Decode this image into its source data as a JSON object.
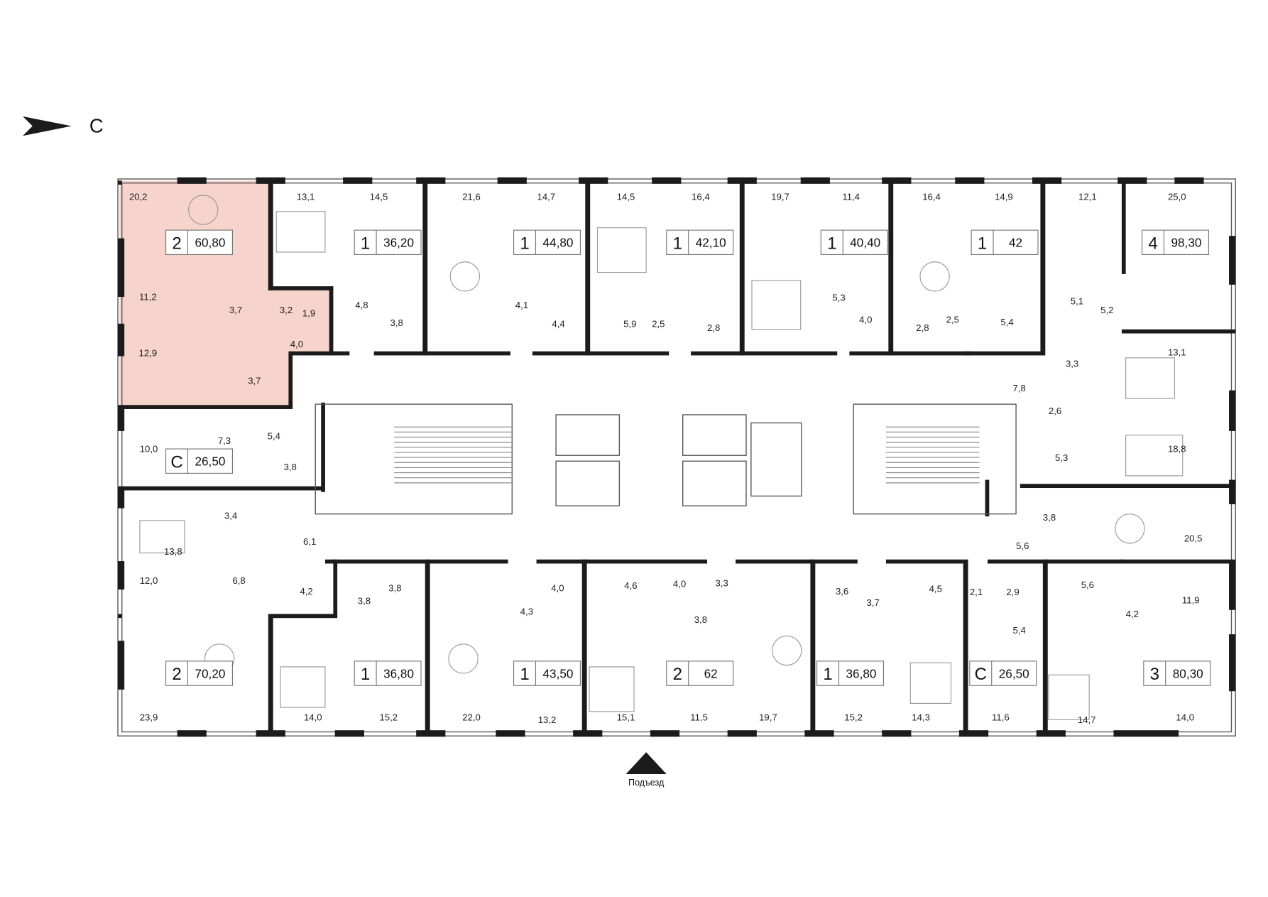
{
  "compass": {
    "label": "С"
  },
  "entrance": {
    "label": "Подъезд"
  },
  "highlight_color": "#f6d3cb",
  "apartments": [
    {
      "rooms": "2",
      "area": "60,80",
      "selected": true
    },
    {
      "rooms": "1",
      "area": "36,20"
    },
    {
      "rooms": "1",
      "area": "44,80"
    },
    {
      "rooms": "1",
      "area": "42,10"
    },
    {
      "rooms": "1",
      "area": "40,40"
    },
    {
      "rooms": "1",
      "area": "42"
    },
    {
      "rooms": "4",
      "area": "98,30"
    },
    {
      "rooms": "С",
      "area": "26,50"
    },
    {
      "rooms": "2",
      "area": "70,20"
    },
    {
      "rooms": "1",
      "area": "36,80"
    },
    {
      "rooms": "1",
      "area": "43,50"
    },
    {
      "rooms": "2",
      "area": "62"
    },
    {
      "rooms": "1",
      "area": "36,80"
    },
    {
      "rooms": "С",
      "area": "26,50"
    },
    {
      "rooms": "3",
      "area": "80,30"
    }
  ],
  "room_areas": [
    "20,2",
    "13,1",
    "14,5",
    "21,6",
    "14,7",
    "14,5",
    "16,4",
    "19,7",
    "11,4",
    "16,4",
    "14,9",
    "12,1",
    "25,0",
    "11,2",
    "3,7",
    "3,2",
    "1,9",
    "4,0",
    "12,9",
    "3,7",
    "4,8",
    "3,8",
    "4,1",
    "4,4",
    "5,9",
    "2,5",
    "2,8",
    "5,3",
    "4,0",
    "2,8",
    "2,5",
    "5,4",
    "5,1",
    "5,2",
    "3,3",
    "13,1",
    "7,8",
    "2,6",
    "18,8",
    "5,3",
    "3,8",
    "20,5",
    "5,6",
    "7,3",
    "5,4",
    "10,0",
    "3,8",
    "3,4",
    "6,1",
    "13,8",
    "6,8",
    "4,2",
    "12,0",
    "3,8",
    "3,8",
    "4,0",
    "4,3",
    "4,6",
    "4,0",
    "3,3",
    "3,8",
    "3,6",
    "3,7",
    "4,5",
    "2,1",
    "2,9",
    "5,6",
    "4,2",
    "11,9",
    "5,4",
    "23,9",
    "14,0",
    "15,2",
    "22,0",
    "13,2",
    "15,1",
    "11,5",
    "19,7",
    "15,2",
    "14,3",
    "11,6",
    "14,7",
    "14,0"
  ]
}
